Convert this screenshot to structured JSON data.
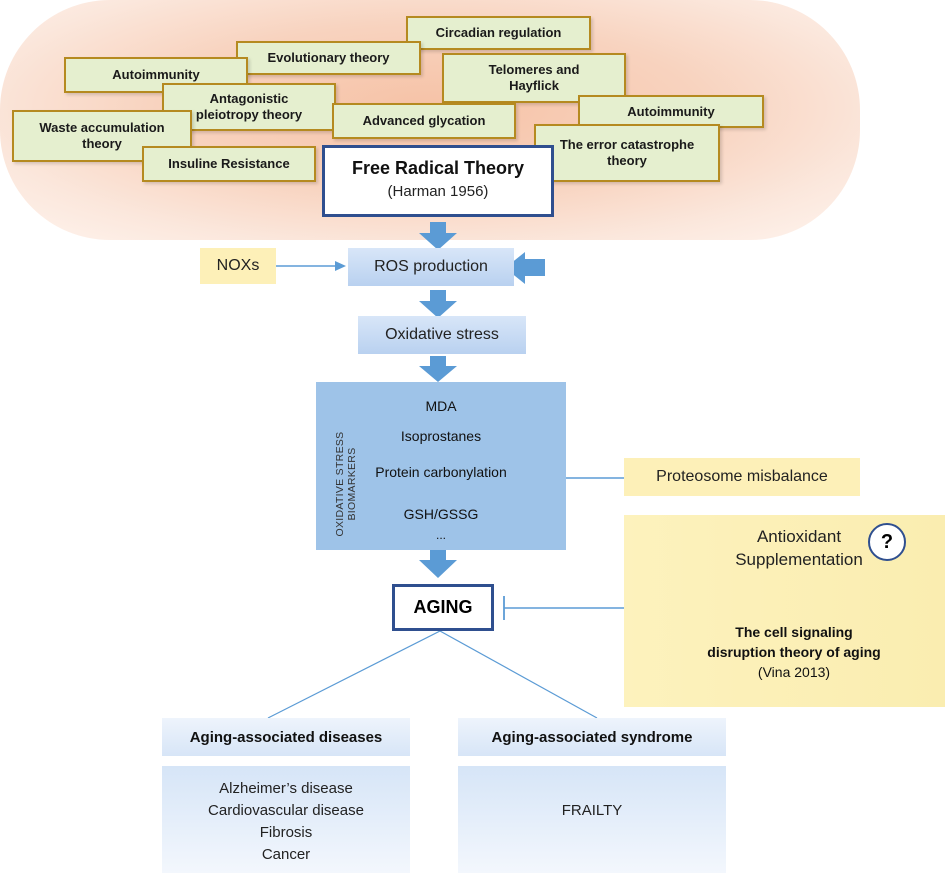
{
  "theories": {
    "circadian": "Circadian regulation",
    "evolutionary": "Evolutionary theory",
    "autoimmunity_left": "Autoimmunity",
    "telomeres": "Telomeres and Hayflick",
    "antagonistic": "Antagonistic pleiotropy theory",
    "autoimmunity_right": "Autoimmunity",
    "waste": "Waste accumulation theory",
    "glycation": "Advanced glycation",
    "error": "The error catastrophe theory",
    "insuline": "Insuline Resistance"
  },
  "free_radical": {
    "title": "Free Radical Theory",
    "citation": "(Harman 1956)"
  },
  "nox": "NOXs",
  "ros": "ROS production",
  "ox_stress": "Oxidative stress",
  "biomarkers": {
    "label": "OXIDATIVE STRESS BIOMARKERS",
    "items": [
      "MDA",
      "Isoprostanes",
      "Protein carbonylation",
      "GSH/GSSG",
      "..."
    ]
  },
  "proteosome": "Proteosome misbalance",
  "antioxidant": {
    "title_line1": "Antioxidant",
    "title_line2": "Supplementation",
    "question": "?",
    "theory_line1": "The cell signaling",
    "theory_line2": "disruption theory of aging",
    "citation": "(Vina 2013)"
  },
  "aging": "AGING",
  "diseases": {
    "header": "Aging-associated diseases",
    "items": [
      "Alzheimer’s disease",
      "Cardiovascular disease",
      "Fibrosis",
      "Cancer"
    ]
  },
  "syndrome": {
    "header": "Aging-associated syndrome",
    "items": [
      "FRAILTY"
    ]
  },
  "colors": {
    "arrow": "#5b9bd5",
    "frame": "#2f4f8f",
    "theory_border": "#b58a20",
    "theory_fill": "#e5efcf"
  }
}
